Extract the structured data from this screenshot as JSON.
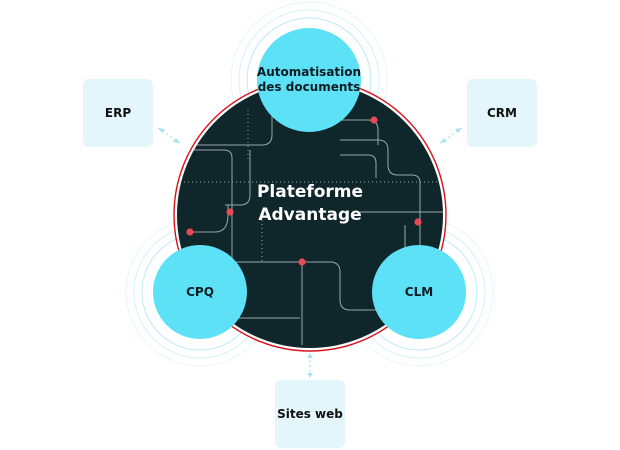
{
  "center": {
    "line1": "Plateforme",
    "line2": "Advantage"
  },
  "nodes": {
    "top": {
      "line1": "Automatisation",
      "line2": "des documents"
    },
    "left": "CPQ",
    "right": "CLM"
  },
  "boxes": {
    "erp": "ERP",
    "crm": "CRM",
    "web": "Sites web"
  },
  "colors": {
    "core": "#0f262b",
    "node": "#5ce1f7",
    "ring": "#d8121c",
    "box": "#e3f6fc",
    "dot": "#e84a55",
    "trace": "#9aa7ab"
  }
}
